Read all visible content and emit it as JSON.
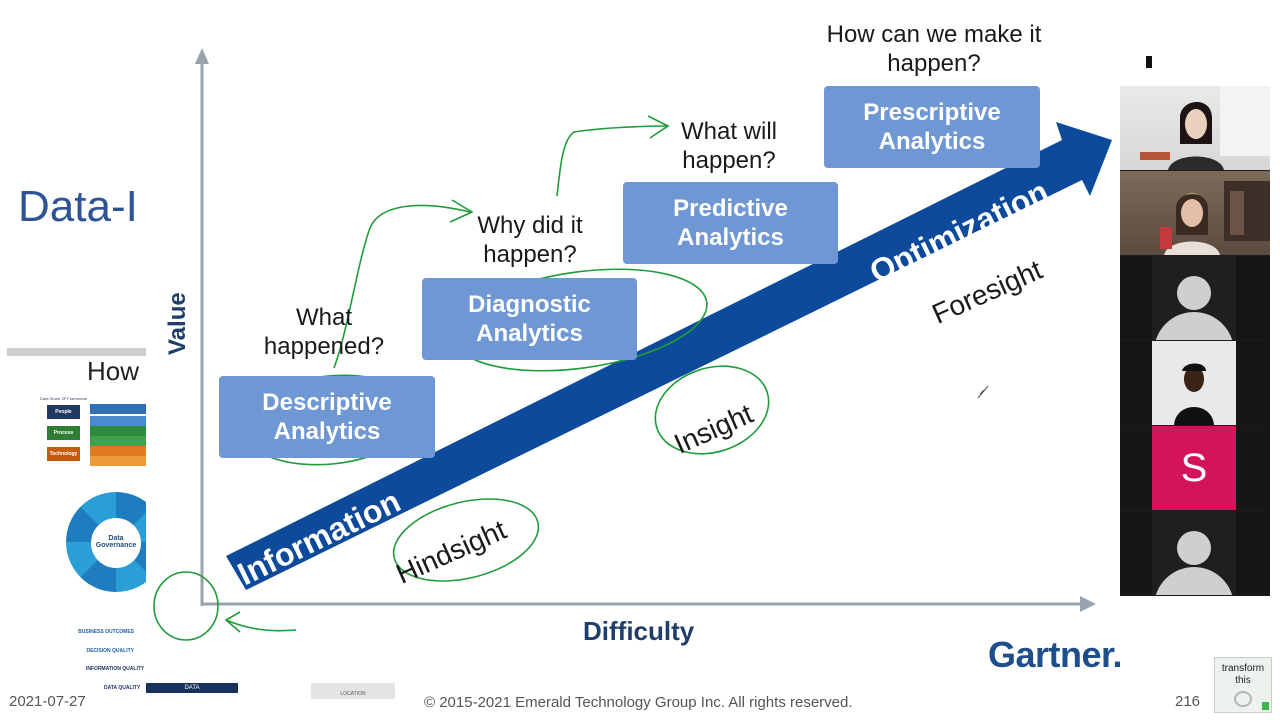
{
  "left_slide": {
    "title_fragment": "Data-I",
    "how_fragment": "How",
    "framework": {
      "caption": "Data Smart 3P Framework",
      "rows": [
        {
          "label": "People",
          "color": "#1f3864"
        },
        {
          "label": "Process",
          "color": "#2e7d32"
        },
        {
          "label": "Technology",
          "color": "#c55a11"
        }
      ]
    },
    "governance_center": "Data Governance",
    "quality_levels": [
      "BUSINESS OUTCOMES",
      "DECISION QUALITY",
      "INFORMATION QUALITY",
      "DATA QUALITY"
    ],
    "data_tab": "DATA",
    "location_tab": "LOCATION"
  },
  "chart": {
    "y_axis_label": "Value",
    "x_axis_label": "Difficulty",
    "stages": [
      {
        "question": "What happened?",
        "box": "Descriptive Analytics"
      },
      {
        "question": "Why did it happen?",
        "box": "Diagnostic Analytics"
      },
      {
        "question": "What will happen?",
        "box": "Predictive Analytics"
      },
      {
        "question": "How can we make it happen?",
        "box": "Prescriptive Analytics"
      }
    ],
    "arrow_labels": {
      "start": "Information",
      "end": "Optimization"
    },
    "insight_labels": {
      "hindsight": "Hindsight",
      "insight": "Insight",
      "foresight": "Foresight"
    },
    "brand": "Gartner.",
    "colors": {
      "stage_box": "#6f97d3",
      "arrow": "#0d4a9b",
      "ink": "#1f9c3a"
    }
  },
  "footer": {
    "date": "2021-07-27",
    "copyright": "© 2015-2021 Emerald Technology Group Inc. All rights reserved.",
    "page": "216"
  },
  "video_panel": {
    "participants": [
      {
        "kind": "video",
        "icon": "participant-video-icon"
      },
      {
        "kind": "video",
        "icon": "participant-video-icon"
      },
      {
        "kind": "avatar",
        "icon": "person-avatar-icon"
      },
      {
        "kind": "video",
        "icon": "participant-video-icon"
      },
      {
        "kind": "initial",
        "initial": "S",
        "color": "#d4145a"
      },
      {
        "kind": "avatar",
        "icon": "person-avatar-icon"
      }
    ]
  },
  "transform_button": {
    "label": "transform this"
  }
}
